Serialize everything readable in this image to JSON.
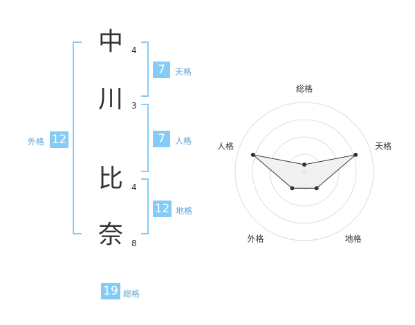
{
  "name": {
    "characters": [
      {
        "char": "中",
        "strokes": "4"
      },
      {
        "char": "川",
        "strokes": "3"
      },
      {
        "char": "比",
        "strokes": "4"
      },
      {
        "char": "奈",
        "strokes": "8"
      }
    ]
  },
  "fortunes": {
    "tenkaku": {
      "value": "7",
      "label": "天格"
    },
    "jinkaku": {
      "value": "7",
      "label": "人格"
    },
    "chikaku": {
      "value": "12",
      "label": "地格"
    },
    "gaikaku": {
      "value": "12",
      "label": "外格"
    },
    "soukaku": {
      "value": "19",
      "label": "総格"
    }
  },
  "chart_data": {
    "type": "radar",
    "axes": [
      "総格",
      "天格",
      "地格",
      "外格",
      "人格"
    ],
    "values": [
      0.1,
      0.78,
      0.3,
      0.3,
      0.78
    ],
    "range": [
      0,
      1
    ],
    "rings": 4,
    "grid": true,
    "colors": {
      "fill": "#eeeeee",
      "line": "#333333",
      "grid": "#dddddd",
      "center": "#bbbbbb"
    }
  },
  "colors": {
    "accent": "#84ccf5",
    "accent_text": "#5aa6d6",
    "bracket": "#84ccf5"
  }
}
